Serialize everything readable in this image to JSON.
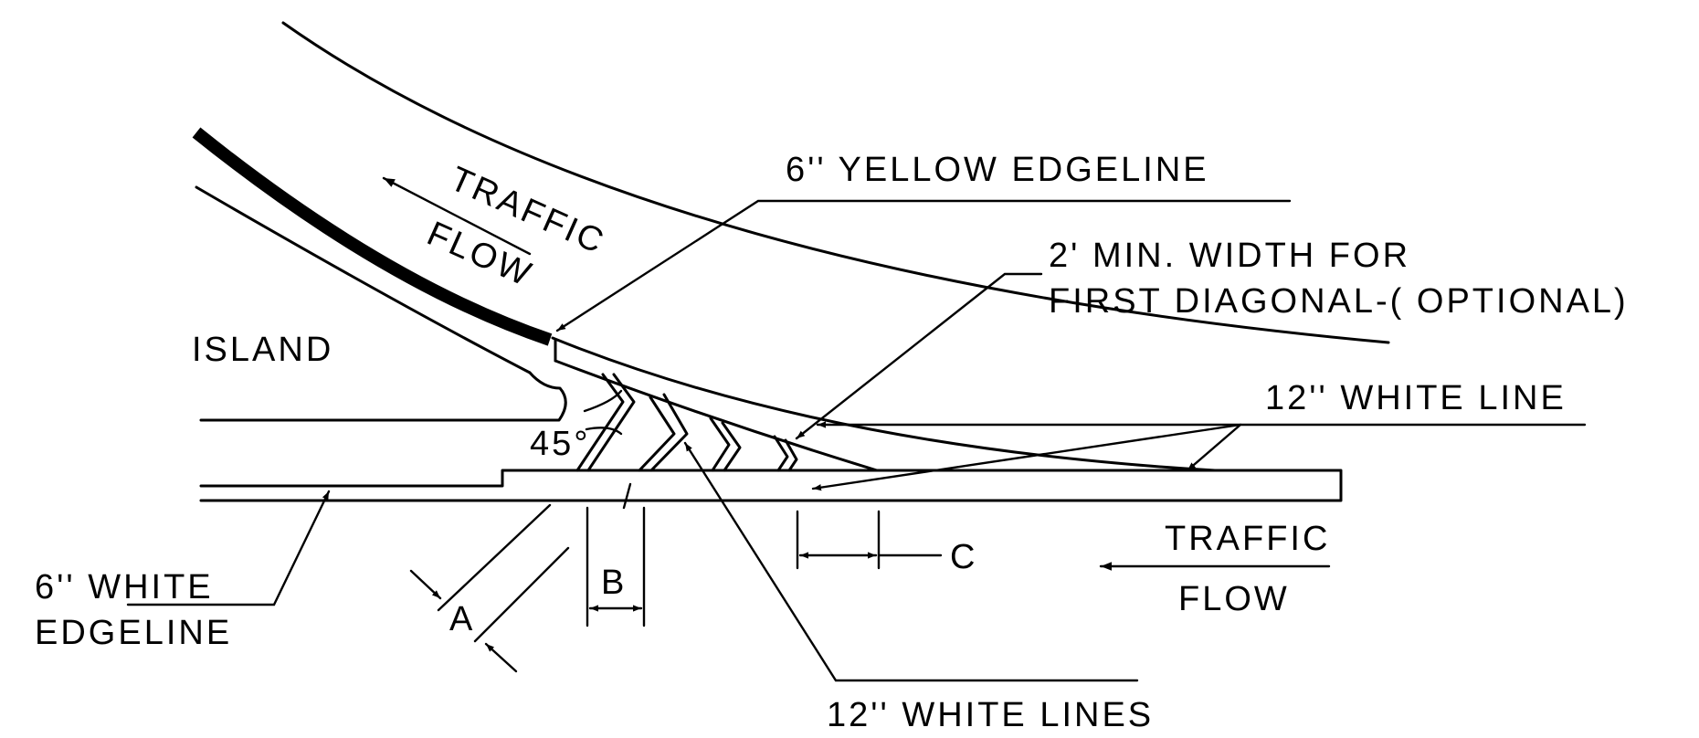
{
  "diagram": {
    "labels": {
      "yellow_edgeline": "6'' YELLOW EDGELINE",
      "min_width_line1": "2' MIN. WIDTH FOR",
      "min_width_line2": "FIRST DIAGONAL-( OPTIONAL)",
      "white_line_12": "12'' WHITE LINE",
      "island": "ISLAND",
      "traffic_flow_top_1": "TRAFFIC",
      "traffic_flow_top_2": "FLOW",
      "traffic_flow_right_1": "TRAFFIC",
      "traffic_flow_right_2": "FLOW",
      "angle": "45°",
      "white_edgeline_1": "6'' WHITE",
      "white_edgeline_2": "EDGELINE",
      "dim_a": "A",
      "dim_b": "B",
      "dim_c": "C",
      "white_lines_12": "12'' WHITE LINES"
    },
    "colors": {
      "ink": "#000000",
      "paper": "#ffffff"
    }
  }
}
